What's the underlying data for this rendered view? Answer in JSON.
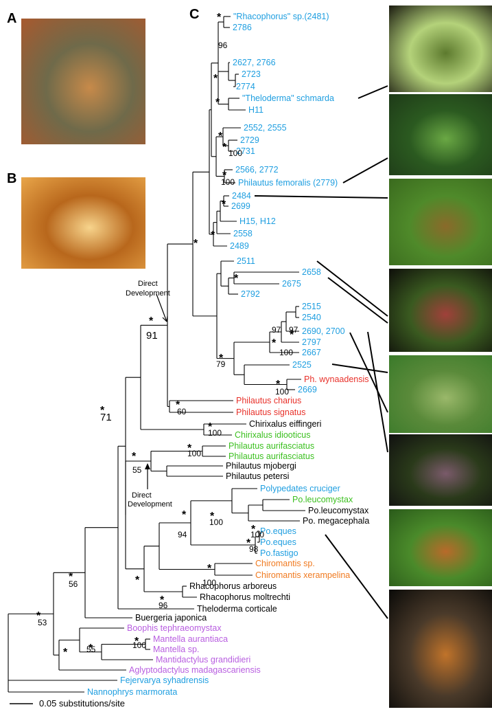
{
  "panels": {
    "a": "A",
    "b": "B",
    "c": "C"
  },
  "annotations": {
    "direct_dev_1": [
      "Direct",
      "Development"
    ],
    "direct_dev_2": [
      "Direct",
      "Development"
    ]
  },
  "scale_bar": "0.05 substitutions/site",
  "colors": {
    "sri_lanka": "#1e9ee0",
    "india": "#e8312a",
    "asia_green": "#3cc020",
    "chiromantis": "#f07a20",
    "madagascar": "#b85ee0",
    "black": "#000000"
  },
  "taxa": [
    {
      "label": "\"Rhacophorus\" sp.(2481)",
      "color": "sri_lanka"
    },
    {
      "label": "2786",
      "color": "sri_lanka"
    },
    {
      "label": "2627, 2766",
      "color": "sri_lanka"
    },
    {
      "label": "2723",
      "color": "sri_lanka"
    },
    {
      "label": "2774",
      "color": "sri_lanka"
    },
    {
      "label": "\"Theloderma\" schmarda",
      "color": "sri_lanka"
    },
    {
      "label": "H11",
      "color": "sri_lanka"
    },
    {
      "label": "2552, 2555",
      "color": "sri_lanka"
    },
    {
      "label": "2729",
      "color": "sri_lanka"
    },
    {
      "label": "2731",
      "color": "sri_lanka"
    },
    {
      "label": "2566, 2772",
      "color": "sri_lanka"
    },
    {
      "label": "Philautus femoralis (2779)",
      "color": "sri_lanka"
    },
    {
      "label": "2484",
      "color": "sri_lanka"
    },
    {
      "label": "2699",
      "color": "sri_lanka"
    },
    {
      "label": "H15, H12",
      "color": "sri_lanka"
    },
    {
      "label": "2558",
      "color": "sri_lanka"
    },
    {
      "label": "2489",
      "color": "sri_lanka"
    },
    {
      "label": "2511",
      "color": "sri_lanka"
    },
    {
      "label": "2658",
      "color": "sri_lanka"
    },
    {
      "label": "2675",
      "color": "sri_lanka"
    },
    {
      "label": "2792",
      "color": "sri_lanka"
    },
    {
      "label": "2515",
      "color": "sri_lanka"
    },
    {
      "label": "2540",
      "color": "sri_lanka"
    },
    {
      "label": "2690, 2700",
      "color": "sri_lanka"
    },
    {
      "label": "2797",
      "color": "sri_lanka"
    },
    {
      "label": "2667",
      "color": "sri_lanka"
    },
    {
      "label": "2525",
      "color": "sri_lanka"
    },
    {
      "label": "Ph. wynaadensis",
      "color": "india"
    },
    {
      "label": "2669",
      "color": "sri_lanka"
    },
    {
      "label": "Philautus charius",
      "color": "india"
    },
    {
      "label": "Philautus signatus",
      "color": "india"
    },
    {
      "label": "Chirixalus eiffingeri",
      "color": "black"
    },
    {
      "label": "Chirixalus idiooticus",
      "color": "asia_green"
    },
    {
      "label": "Philautus aurifasciatus",
      "color": "asia_green"
    },
    {
      "label": "Philautus aurifasciatus",
      "color": "asia_green"
    },
    {
      "label": "Philautus mjobergi",
      "color": "black"
    },
    {
      "label": "Philautus petersi",
      "color": "black"
    },
    {
      "label": "Polypedates cruciger",
      "color": "sri_lanka"
    },
    {
      "label": "Po.leucomystax",
      "color": "asia_green"
    },
    {
      "label": "Po.leucomystax",
      "color": "black"
    },
    {
      "label": "Po. megacephala",
      "color": "black"
    },
    {
      "label": "Po.eques",
      "color": "sri_lanka"
    },
    {
      "label": "Po.eques",
      "color": "sri_lanka"
    },
    {
      "label": "Po.fastigo",
      "color": "sri_lanka"
    },
    {
      "label": "Chiromantis sp.",
      "color": "chiromantis"
    },
    {
      "label": "Chiromantis xerampelina",
      "color": "chiromantis"
    },
    {
      "label": "Rhacophorus arboreus",
      "color": "black"
    },
    {
      "label": "Rhacophorus moltrechti",
      "color": "black"
    },
    {
      "label": "Theloderma  corticale",
      "color": "black"
    },
    {
      "label": "Buergeria japonica",
      "color": "black"
    },
    {
      "label": "Boophis tephraeomystax",
      "color": "madagascar"
    },
    {
      "label": "Mantella aurantiaca",
      "color": "madagascar"
    },
    {
      "label": "Mantella sp.",
      "color": "madagascar"
    },
    {
      "label": "Mantidactylus grandidieri",
      "color": "madagascar"
    },
    {
      "label": "Aglyptodactylus madagascariensis",
      "color": "madagascar"
    },
    {
      "label": "Fejervarya syhadrensis",
      "color": "sri_lanka"
    },
    {
      "label": "Nannophrys marmorata",
      "color": "sri_lanka"
    }
  ],
  "support": [
    {
      "value": "96"
    },
    {
      "value": "100"
    },
    {
      "value": "100"
    },
    {
      "value": "97"
    },
    {
      "value": "97"
    },
    {
      "value": "100"
    },
    {
      "value": "79"
    },
    {
      "value": "100"
    },
    {
      "value": "91"
    },
    {
      "value": "60"
    },
    {
      "value": "100"
    },
    {
      "value": "100"
    },
    {
      "value": "55"
    },
    {
      "value": "100"
    },
    {
      "value": "100"
    },
    {
      "value": "98"
    },
    {
      "value": "94"
    },
    {
      "value": "100"
    },
    {
      "value": "96"
    },
    {
      "value": "71"
    },
    {
      "value": "56"
    },
    {
      "value": "53"
    },
    {
      "value": "100"
    },
    {
      "value": "55"
    }
  ],
  "photos": [
    {
      "name": "photo-a-frog-with-eggs",
      "colors": [
        "#a8592e",
        "#c78a4a",
        "#6f6a4a"
      ]
    },
    {
      "name": "photo-b-egg",
      "colors": [
        "#e9a64a",
        "#f7d48c",
        "#b8671c"
      ]
    },
    {
      "name": "photo-frog-vocal-sac",
      "colors": [
        "#1a1a10",
        "#5d7a2e",
        "#b4d27a"
      ]
    },
    {
      "name": "photo-green-frog",
      "colors": [
        "#1e3a18",
        "#6aa844",
        "#2b5a20"
      ]
    },
    {
      "name": "photo-brown-frog-on-moss",
      "colors": [
        "#3a6a1e",
        "#8a6a2a",
        "#4f8a2a"
      ]
    },
    {
      "name": "photo-red-frog",
      "colors": [
        "#0e0e0a",
        "#a0403a",
        "#3a5a20"
      ]
    },
    {
      "name": "photo-green-frog-2",
      "colors": [
        "#3a7a2a",
        "#9ab86a",
        "#5a8a3a"
      ]
    },
    {
      "name": "photo-dark-frog",
      "colors": [
        "#101010",
        "#7a5a6a",
        "#2a3a1a"
      ]
    },
    {
      "name": "photo-brown-frog-on-leaf",
      "colors": [
        "#2a5a1a",
        "#b86a2a",
        "#4a8a2a"
      ]
    },
    {
      "name": "photo-treefrog-on-branch",
      "colors": [
        "#0a0a08",
        "#c0732a",
        "#4a3a2a"
      ]
    }
  ]
}
